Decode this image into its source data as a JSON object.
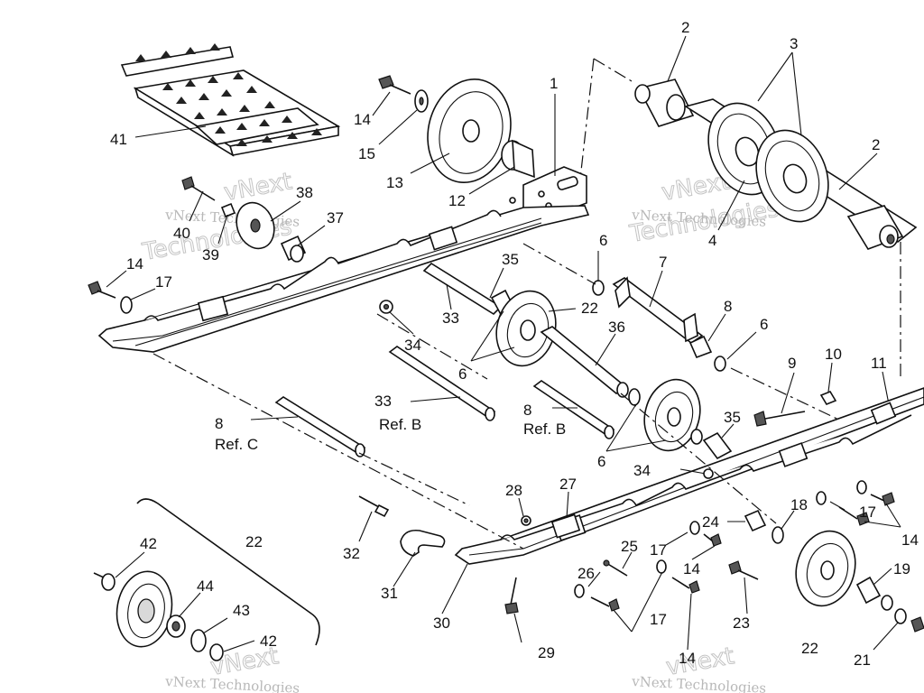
{
  "labels": [
    {
      "id": "l1",
      "text": "1"
    },
    {
      "id": "l2a",
      "text": "2"
    },
    {
      "id": "l2b",
      "text": "2"
    },
    {
      "id": "l3",
      "text": "3"
    },
    {
      "id": "l4",
      "text": "4"
    },
    {
      "id": "l6a",
      "text": "6"
    },
    {
      "id": "l6b",
      "text": "6"
    },
    {
      "id": "l6c",
      "text": "6"
    },
    {
      "id": "l6d",
      "text": "6"
    },
    {
      "id": "l7",
      "text": "7"
    },
    {
      "id": "l8a",
      "text": "8"
    },
    {
      "id": "l8b",
      "text": "8"
    },
    {
      "id": "l8c",
      "text": "8"
    },
    {
      "id": "l9",
      "text": "9"
    },
    {
      "id": "l10",
      "text": "10"
    },
    {
      "id": "l11",
      "text": "11"
    },
    {
      "id": "l12",
      "text": "12"
    },
    {
      "id": "l13",
      "text": "13"
    },
    {
      "id": "l14a",
      "text": "14"
    },
    {
      "id": "l14b",
      "text": "14"
    },
    {
      "id": "l14c",
      "text": "14"
    },
    {
      "id": "l14d",
      "text": "14"
    },
    {
      "id": "l14e",
      "text": "14"
    },
    {
      "id": "l15",
      "text": "15"
    },
    {
      "id": "l17a",
      "text": "17"
    },
    {
      "id": "l17b",
      "text": "17"
    },
    {
      "id": "l17c",
      "text": "17"
    },
    {
      "id": "l17d",
      "text": "17"
    },
    {
      "id": "l18",
      "text": "18"
    },
    {
      "id": "l19",
      "text": "19"
    },
    {
      "id": "l21",
      "text": "21"
    },
    {
      "id": "l22a",
      "text": "22"
    },
    {
      "id": "l22b",
      "text": "22"
    },
    {
      "id": "l22c",
      "text": "22"
    },
    {
      "id": "l23",
      "text": "23"
    },
    {
      "id": "l24",
      "text": "24"
    },
    {
      "id": "l25",
      "text": "25"
    },
    {
      "id": "l26",
      "text": "26"
    },
    {
      "id": "l27",
      "text": "27"
    },
    {
      "id": "l28",
      "text": "28"
    },
    {
      "id": "l29",
      "text": "29"
    },
    {
      "id": "l30",
      "text": "30"
    },
    {
      "id": "l31",
      "text": "31"
    },
    {
      "id": "l32",
      "text": "32"
    },
    {
      "id": "l33a",
      "text": "33"
    },
    {
      "id": "l33b",
      "text": "33"
    },
    {
      "id": "l34a",
      "text": "34"
    },
    {
      "id": "l34b",
      "text": "34"
    },
    {
      "id": "l35a",
      "text": "35"
    },
    {
      "id": "l35b",
      "text": "35"
    },
    {
      "id": "l36",
      "text": "36"
    },
    {
      "id": "l37",
      "text": "37"
    },
    {
      "id": "l38",
      "text": "38"
    },
    {
      "id": "l39",
      "text": "39"
    },
    {
      "id": "l40",
      "text": "40"
    },
    {
      "id": "l41",
      "text": "41"
    },
    {
      "id": "l42a",
      "text": "42"
    },
    {
      "id": "l42b",
      "text": "42"
    },
    {
      "id": "l43",
      "text": "43"
    },
    {
      "id": "l44",
      "text": "44"
    }
  ],
  "references": {
    "refB1": "Ref. B",
    "refB2": "Ref. B",
    "refC": "Ref. C"
  },
  "watermark": {
    "company": "vNext Technologies",
    "outline": "Technologies",
    "outline_short": "vNext"
  }
}
